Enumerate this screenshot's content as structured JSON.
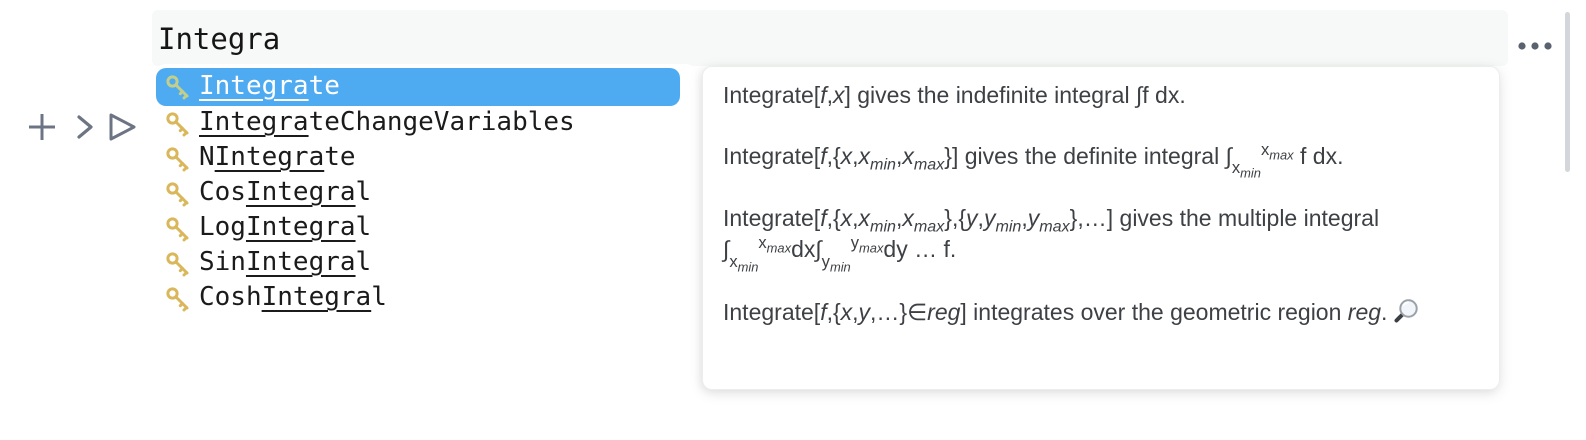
{
  "app": {
    "context": "notebook-input-cell",
    "accent_color": "#4fabf1",
    "cell_background": "#f6f9f7",
    "key_icon_color": "#d9b75a",
    "scrollbar_color": "#d3d6db"
  },
  "input_cell": {
    "text": "Integra"
  },
  "margin_controls": {
    "add_cell_icon": "plus-icon",
    "expand_icon": "chevron-right-icon",
    "evaluate_icon": "play-outline-icon"
  },
  "autocomplete": {
    "query": "Integra",
    "item_icon": "key-icon",
    "items": [
      {
        "name": "Integrate",
        "pre": "",
        "match": "Integra",
        "post": "te",
        "selected": true
      },
      {
        "name": "IntegrateChangeVariables",
        "pre": "",
        "match": "Integra",
        "post": "teChangeVariables",
        "selected": false
      },
      {
        "name": "NIntegrate",
        "pre": "N",
        "match": "Integra",
        "post": "te",
        "selected": false
      },
      {
        "name": "CosIntegral",
        "pre": "Cos",
        "match": "Integra",
        "post": "l",
        "selected": false
      },
      {
        "name": "LogIntegral",
        "pre": "Log",
        "match": "Integra",
        "post": "l",
        "selected": false
      },
      {
        "name": "SinIntegral",
        "pre": "Sin",
        "match": "Integra",
        "post": "l",
        "selected": false
      },
      {
        "name": "CoshIntegral",
        "pre": "Cosh",
        "match": "Integra",
        "post": "l",
        "selected": false
      }
    ]
  },
  "doc_tooltip": {
    "function": "Integrate",
    "paragraphs_html": [
      "Integrate[<i>f</i>,<i>x</i>] gives the indefinite integral ∫f dx.",
      "Integrate[<i>f</i>,{<i>x</i>,<i>x<sub>min</sub></i>,<i>x<sub>max</sub></i>}] gives the definite integral ∫<span class='il'>x<sub>min</sub></span><span class='iu'>x<sub>max</sub></span> f dx.",
      "Integrate[<i>f</i>,{<i>x</i>,<i>x<sub>min</sub></i>,<i>x<sub>max</sub></i>},{<i>y</i>,<i>y<sub>min</sub></i>,<i>y<sub>max</sub></i>},…] gives the multiple integral ∫<span class='il'>x<sub>min</sub></span><span class='iu'>x<sub>max</sub></span>dx∫<span class='il'>y<sub>min</sub></span><span class='iu'>y<sub>max</sub></span>dy … f.",
      "Integrate[<i>f</i>,{<i>x</i>,<i>y</i>,…}∈<i>reg</i>] integrates over the geometric region <i>reg</i>."
    ],
    "search_icon": "magnifier-icon"
  },
  "window": {
    "more_menu_icon": "ellipsis-icon"
  }
}
